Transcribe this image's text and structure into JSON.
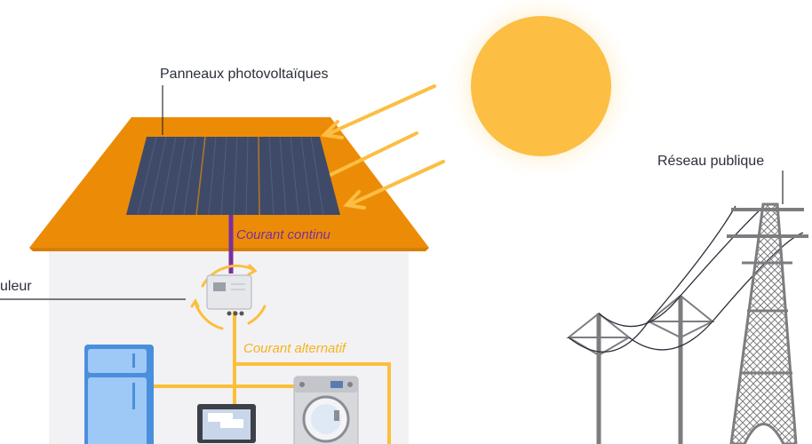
{
  "labels": {
    "panels": "Panneaux photovoltaïques",
    "dc": "Courant continu",
    "ac": "Courant alternatif",
    "inverter_partial": "uleur",
    "grid": "Réseau publique"
  },
  "colors": {
    "roof": "#ec8c06",
    "panel": "#3f4a68",
    "panel_grid": "#525e7e",
    "panel_divider": "#b5762a",
    "sun": "#fcbe43",
    "ray": "#fcbe43",
    "dc_wire": "#7a2f9c",
    "dc_text": "#7a2f9c",
    "ac_wire": "#fbbf3a",
    "ac_text": "#f4b31f",
    "wall": "#f2f2f4",
    "fridge": "#5b9de6",
    "pylon": "#7d7d80",
    "label_text": "#2b2f3a"
  },
  "icons": [
    "sun-icon",
    "solar-panel-icon",
    "inverter-icon",
    "fridge-icon",
    "laptop-icon",
    "washing-machine-icon",
    "utility-pole-icon",
    "transmission-tower-icon"
  ]
}
